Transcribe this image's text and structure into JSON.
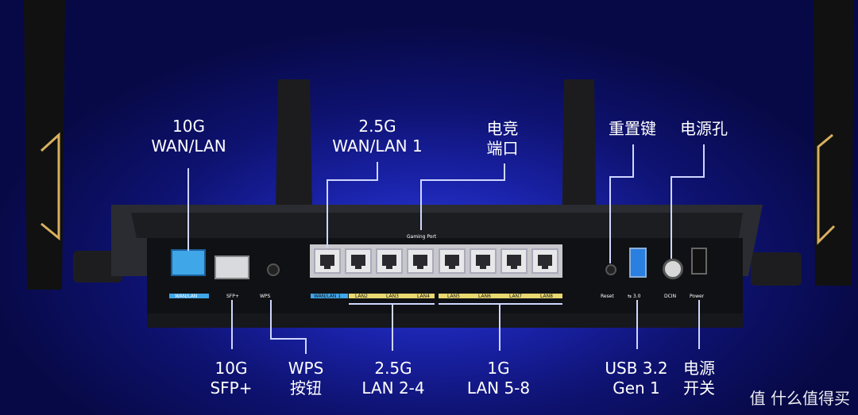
{
  "callouts": {
    "wan_10g": "10G\nWAN/LAN",
    "wan_25g": "2.5G\nWAN/LAN 1",
    "gaming": "电竞\n端口",
    "reset": "重置键",
    "power_jack": "电源孔",
    "sfp": "10G\nSFP+",
    "wps": "WPS\n按钮",
    "lan24": "2.5G\nLAN 2-4",
    "lan58": "1G\nLAN 5-8",
    "usb": "USB 3.2\nGen 1",
    "power_switch": "电源\n开关"
  },
  "port_labels": {
    "wanlan": "WAN/LAN",
    "sfp": "SFP+",
    "wps": "WPS",
    "gaming_port": "Gaming Port",
    "lan1": "WAN/LAN 1",
    "lan2": "LAN2",
    "lan3": "LAN3",
    "lan4": "LAN4",
    "lan5": "LAN5",
    "lan6": "LAN6",
    "lan7": "LAN7",
    "lan8": "LAN8",
    "reset": "Reset",
    "usb": "⇆ 3.0",
    "dcin": "DCIN",
    "power": "Power"
  },
  "watermark": "值 什么值得买",
  "colors": {
    "accent_blue": "#3fa6e8",
    "accent_yellow": "#e8d870",
    "usb_blue": "#2a7fe0",
    "gold": "#d8b060"
  }
}
